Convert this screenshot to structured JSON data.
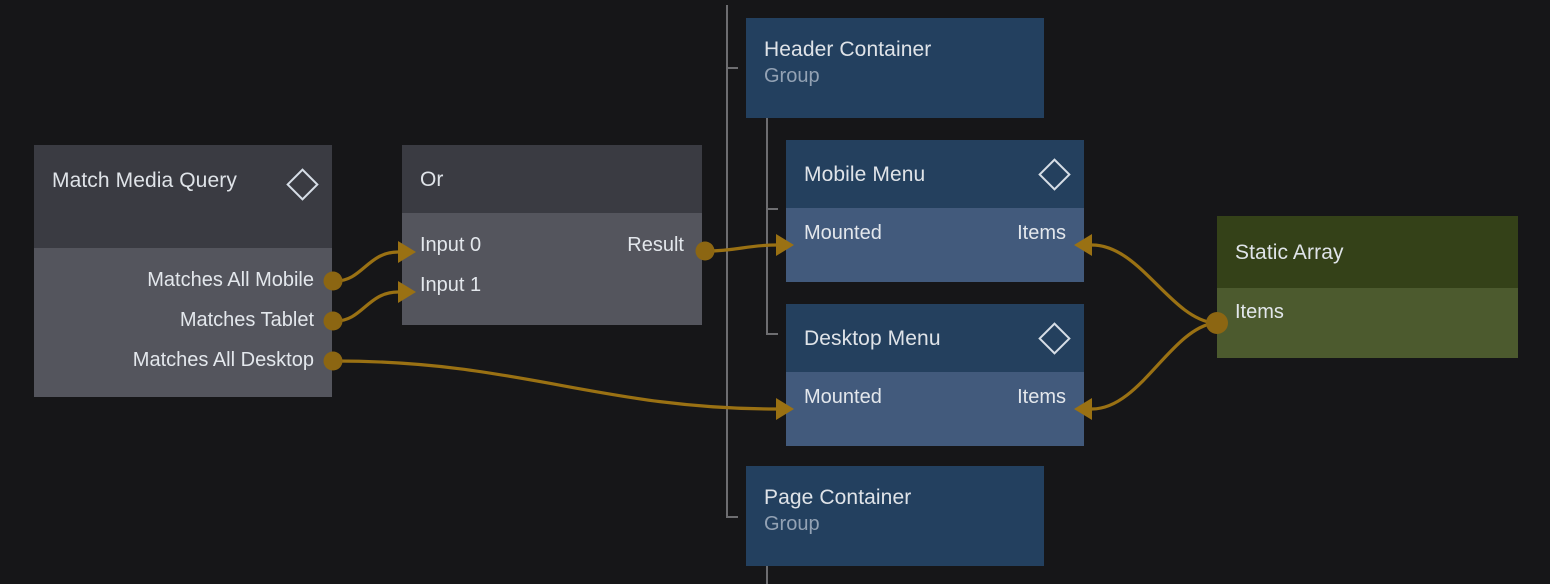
{
  "theme": {
    "background": "#161618",
    "wire": "#9a7113",
    "port_dot": "#8c6612",
    "gray_header": "#3a3b42",
    "gray_body": "#54555d",
    "blue_header": "#24405e",
    "blue_body": "#425a7c",
    "group_blue": "#23405f",
    "green_header": "#344118",
    "green_body": "#4c5a2e",
    "guide_line": "#6d6d70",
    "title_text": "#dfe3e8",
    "sub_text": "#93a2b4"
  },
  "nodes": {
    "match_media_query": {
      "title": "Match Media Query",
      "icon": "diamond-icon",
      "outputs": [
        {
          "label": "Matches All Mobile"
        },
        {
          "label": "Matches Tablet"
        },
        {
          "label": "Matches All Desktop"
        }
      ]
    },
    "or": {
      "title": "Or",
      "inputs": [
        {
          "label": "Input 0"
        },
        {
          "label": "Input 1"
        }
      ],
      "outputs": [
        {
          "label": "Result"
        }
      ]
    },
    "header_container": {
      "title": "Header Container",
      "subtitle": "Group"
    },
    "mobile_menu": {
      "title": "Mobile Menu",
      "icon": "diamond-icon",
      "input_label": "Mounted",
      "output_label": "Items"
    },
    "desktop_menu": {
      "title": "Desktop Menu",
      "icon": "diamond-icon",
      "input_label": "Mounted",
      "output_label": "Items"
    },
    "page_container": {
      "title": "Page Container",
      "subtitle": "Group"
    },
    "static_array": {
      "title": "Static Array",
      "output_label": "Items"
    }
  }
}
